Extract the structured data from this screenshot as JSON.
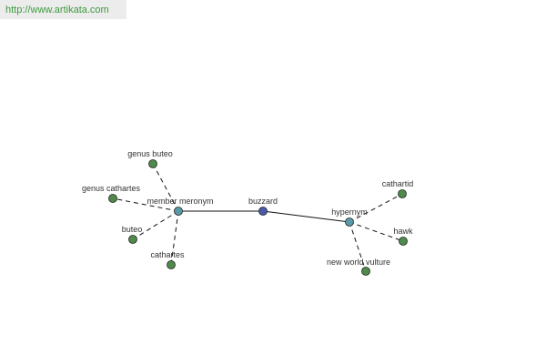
{
  "site": {
    "url": "http://www.artikata.com"
  },
  "colors": {
    "background": "#ffffff",
    "banner_bg": "#ececec",
    "banner_text": "#3d9a3d",
    "edge": "#111111",
    "center_node": "#4a5aa8",
    "relation_node": "#5a9aa8",
    "leaf_node": "#4f8a4a",
    "node_stroke": "#222222"
  },
  "graph": {
    "nodes": [
      {
        "id": "buzzard",
        "label": "buzzard",
        "kind": "center"
      },
      {
        "id": "member-meronym",
        "label": "member meronym",
        "kind": "relation"
      },
      {
        "id": "hypernym",
        "label": "hypernym",
        "kind": "relation"
      },
      {
        "id": "genus-buteo",
        "label": "genus buteo",
        "kind": "leaf"
      },
      {
        "id": "genus-cathartes",
        "label": "genus cathartes",
        "kind": "leaf"
      },
      {
        "id": "buteo",
        "label": "buteo",
        "kind": "leaf"
      },
      {
        "id": "cathartes",
        "label": "cathartes",
        "kind": "leaf"
      },
      {
        "id": "cathartid",
        "label": "cathartid",
        "kind": "leaf"
      },
      {
        "id": "hawk",
        "label": "hawk",
        "kind": "leaf"
      },
      {
        "id": "new-world-vulture",
        "label": "new world vulture",
        "kind": "leaf"
      }
    ],
    "edges": [
      {
        "from": "member-meronym",
        "to": "buzzard",
        "style": "solid"
      },
      {
        "from": "buzzard",
        "to": "hypernym",
        "style": "solid"
      },
      {
        "from": "member-meronym",
        "to": "genus-buteo",
        "style": "dashed"
      },
      {
        "from": "member-meronym",
        "to": "genus-cathartes",
        "style": "dashed"
      },
      {
        "from": "member-meronym",
        "to": "buteo",
        "style": "dashed"
      },
      {
        "from": "member-meronym",
        "to": "cathartes",
        "style": "dashed"
      },
      {
        "from": "hypernym",
        "to": "cathartid",
        "style": "dashed"
      },
      {
        "from": "hypernym",
        "to": "hawk",
        "style": "dashed"
      },
      {
        "from": "hypernym",
        "to": "new-world-vulture",
        "style": "dashed"
      }
    ]
  }
}
